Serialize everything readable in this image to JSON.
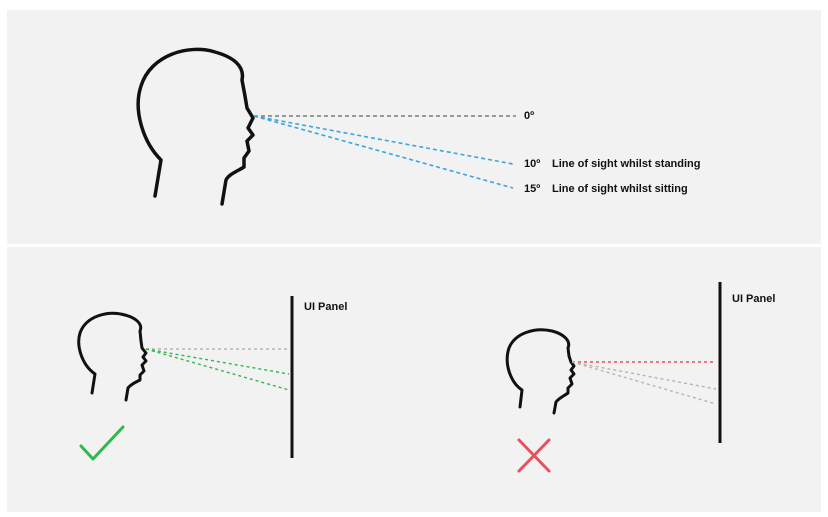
{
  "top_diagram": {
    "angles": [
      {
        "label": "0º",
        "description": ""
      },
      {
        "label": "10º",
        "description": "Line of sight whilst standing"
      },
      {
        "label": "15º",
        "description": "Line of sight whilst sitting"
      }
    ]
  },
  "good_example": {
    "panel_label": "UI Panel",
    "verdict_icon": "check-icon"
  },
  "bad_example": {
    "panel_label": "UI Panel",
    "verdict_icon": "cross-icon"
  },
  "colors": {
    "background_panel": "#f2f2f2",
    "outline": "#111111",
    "neutral_line": "#7a7a7a",
    "sightline_blue": "#3aa6e0",
    "good_green": "#2fb84b",
    "bad_red": "#e8505b",
    "faint_gray": "#b5b5b5"
  }
}
